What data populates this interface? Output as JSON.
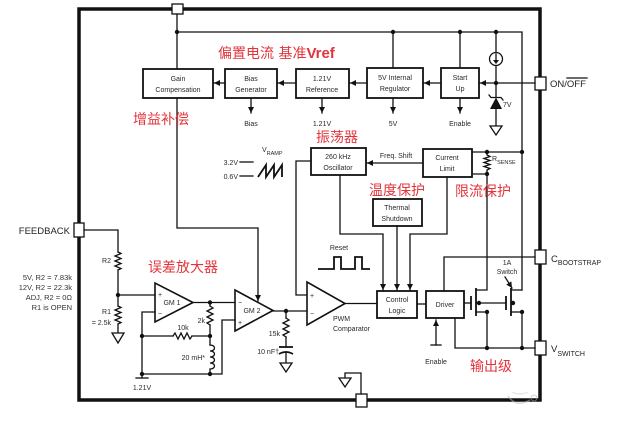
{
  "pins": {
    "feedback": "FEEDBACK",
    "on": "ON/",
    "off": "OFF",
    "c_bootstrap_main": "C",
    "c_bootstrap_sub": "BOOTSTRAP",
    "v_switch_main": "V",
    "v_switch_sub": "SWITCH"
  },
  "blocks": {
    "gain_compensation": [
      "Gain",
      "Compensation"
    ],
    "bias_generator": [
      "Bias",
      "Generator"
    ],
    "reference": [
      "1.21V",
      "Reference"
    ],
    "regulator": [
      "5V Internal",
      "Regulator"
    ],
    "start_up": [
      "Start",
      "Up"
    ],
    "oscillator": [
      "260 kHz",
      "Oscillator"
    ],
    "current_limit": [
      "Current",
      "Limit"
    ],
    "thermal_shutdown": [
      "Thermal",
      "Shutdown"
    ],
    "control_logic": [
      "Control",
      "Logic"
    ],
    "driver": "Driver"
  },
  "amplifiers": {
    "gm1": "GM 1",
    "gm2": "GM 2",
    "pwm": [
      "PWM",
      "Comparator"
    ],
    "plus": "+",
    "minus": "−"
  },
  "signals": {
    "bias": "Bias",
    "ref_out": "1.21V",
    "five_v": "5V",
    "enable_top": "Enable",
    "enable_driver": "Enable",
    "freq_shift": "Freq. Shift",
    "vramp_main": "V",
    "vramp_sub": "RAMP",
    "vramp_high": "3.2V",
    "vramp_low": "0.6V",
    "reset": "Reset",
    "zener": "7V",
    "rsense_main": "R",
    "rsense_sub": "SENSE",
    "switch": [
      "1A",
      "Switch"
    ],
    "gm1_ref": "1.21V"
  },
  "components": {
    "r2": "R2",
    "r1": [
      "R1",
      "= 2.5k"
    ],
    "r10k": "10k",
    "r2k": "2k",
    "inductor": "20 mH*",
    "r15k": "15k",
    "cap": "10 nF†"
  },
  "notes": [
    "5V, R2 = 7.83k",
    "12V, R2 = 22.3k",
    "ADJ, R2 = 0Ω",
    "R1 is OPEN"
  ],
  "annotations_cn": {
    "bias_ref": "偏置电流 基准",
    "bias_ref_bold": "Vref",
    "gain_comp": "增益补偿",
    "oscillator": "振荡器",
    "thermal": "温度保护",
    "current_limit": "限流保护",
    "error_amp": "误差放大器",
    "output_stage": "输出级"
  },
  "colors": {
    "annotation": "#e3343c",
    "line": "#111111"
  }
}
